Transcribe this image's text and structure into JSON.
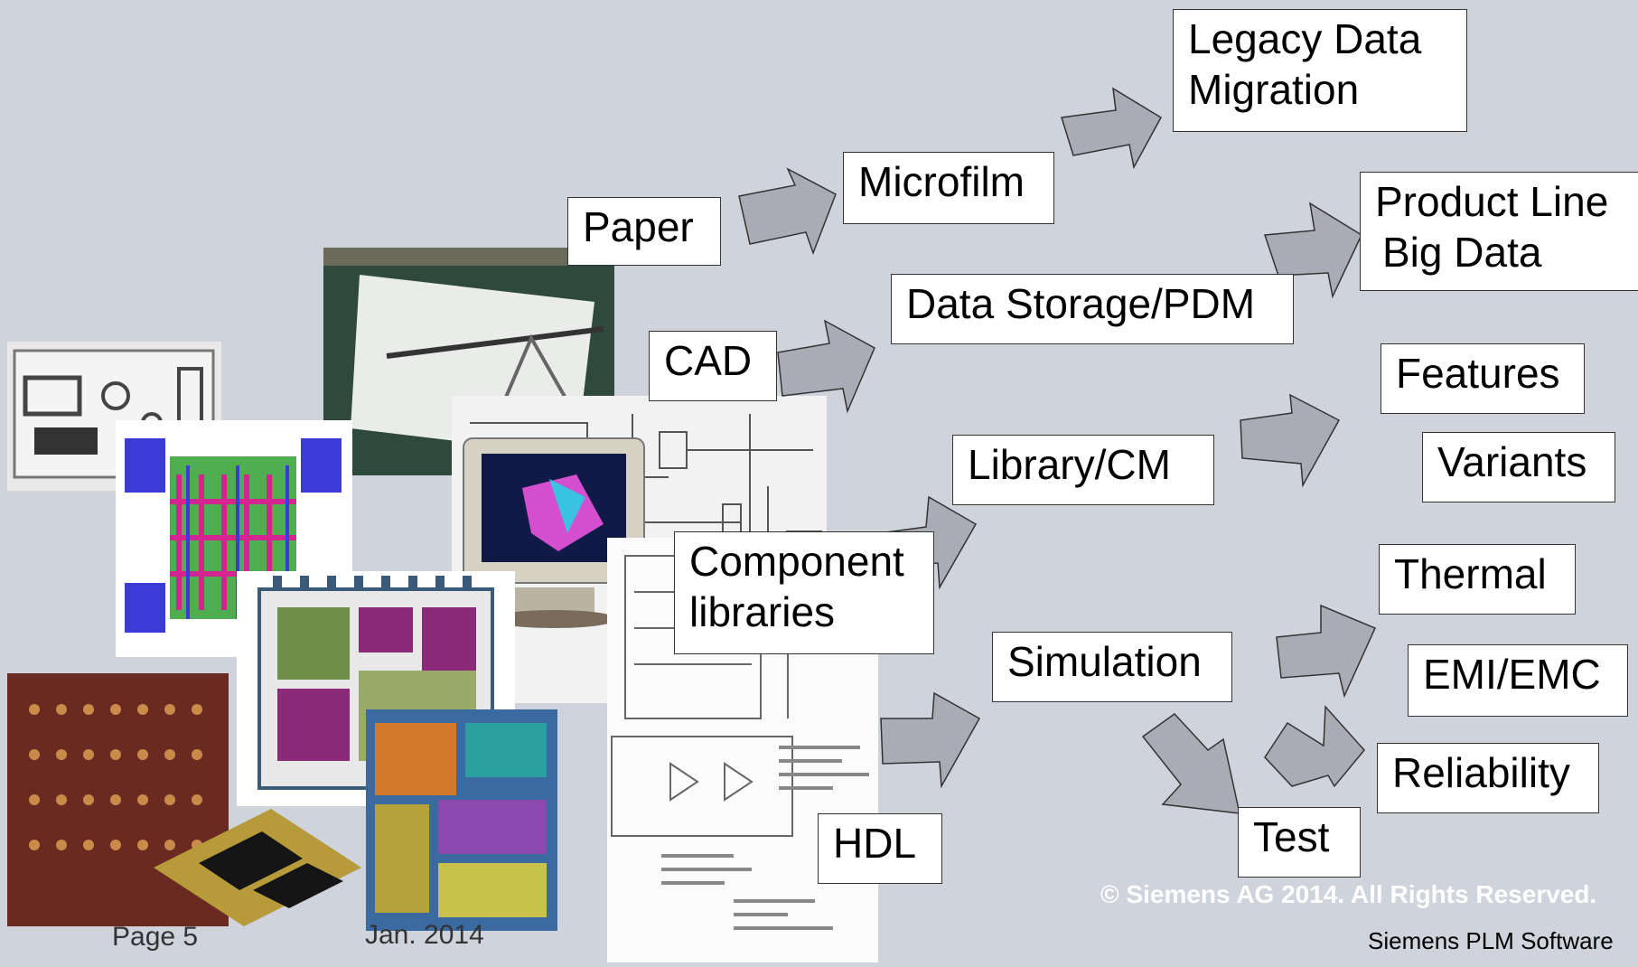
{
  "boxes": {
    "legacy_line1": "Legacy Data",
    "legacy_line2": "Migration",
    "microfilm": "Microfilm",
    "paper": "Paper",
    "product_line1": "Product Line",
    "product_line2": "Big Data",
    "data_storage": "Data Storage/PDM",
    "cad": "CAD",
    "features": "Features",
    "variants": "Variants",
    "library": "Library/CM",
    "component_line1": "Component",
    "component_line2": "libraries",
    "thermal": "Thermal",
    "simulation": "Simulation",
    "emi": "EMI/EMC",
    "reliability": "Reliability",
    "test": "Test",
    "hdl": "HDL"
  },
  "footer": {
    "page": "Page 5",
    "date": "Jan. 2014",
    "copyright": "© Siemens AG 2014. All Rights Reserved.",
    "company": "Siemens PLM Software"
  },
  "colors": {
    "background": "#cfd3db",
    "arrow_fill": "#a9acb4",
    "box_fill": "#ffffff"
  }
}
